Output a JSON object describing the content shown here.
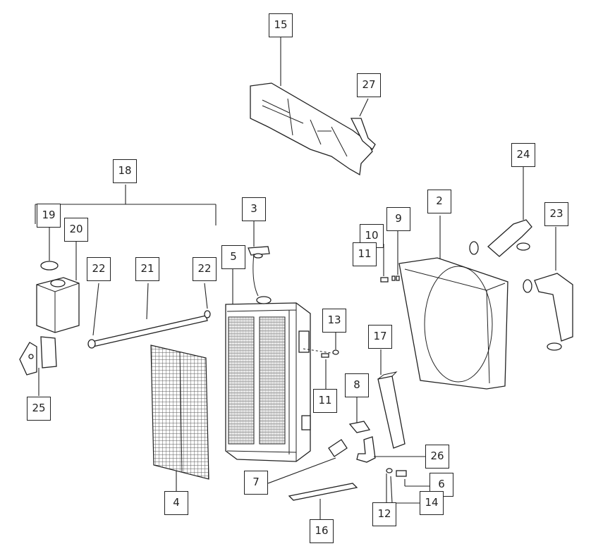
{
  "diagram": {
    "callouts": [
      {
        "id": "c15",
        "label": "15"
      },
      {
        "id": "c27",
        "label": "27"
      },
      {
        "id": "c18",
        "label": "18"
      },
      {
        "id": "c24",
        "label": "24"
      },
      {
        "id": "c3",
        "label": "3"
      },
      {
        "id": "c2",
        "label": "2"
      },
      {
        "id": "c23",
        "label": "23"
      },
      {
        "id": "c9",
        "label": "9"
      },
      {
        "id": "c10",
        "label": "10"
      },
      {
        "id": "c19",
        "label": "19"
      },
      {
        "id": "c20",
        "label": "20"
      },
      {
        "id": "c5",
        "label": "5"
      },
      {
        "id": "c11a",
        "label": "11"
      },
      {
        "id": "c22a",
        "label": "22"
      },
      {
        "id": "c21",
        "label": "21"
      },
      {
        "id": "c22b",
        "label": "22"
      },
      {
        "id": "c13",
        "label": "13"
      },
      {
        "id": "c17",
        "label": "17"
      },
      {
        "id": "c8",
        "label": "8"
      },
      {
        "id": "c11b",
        "label": "11"
      },
      {
        "id": "c25",
        "label": "25"
      },
      {
        "id": "c26",
        "label": "26"
      },
      {
        "id": "c7",
        "label": "7"
      },
      {
        "id": "c6",
        "label": "6"
      },
      {
        "id": "c4",
        "label": "4"
      },
      {
        "id": "c12",
        "label": "12"
      },
      {
        "id": "c14",
        "label": "14"
      },
      {
        "id": "c16",
        "label": "16"
      }
    ]
  }
}
